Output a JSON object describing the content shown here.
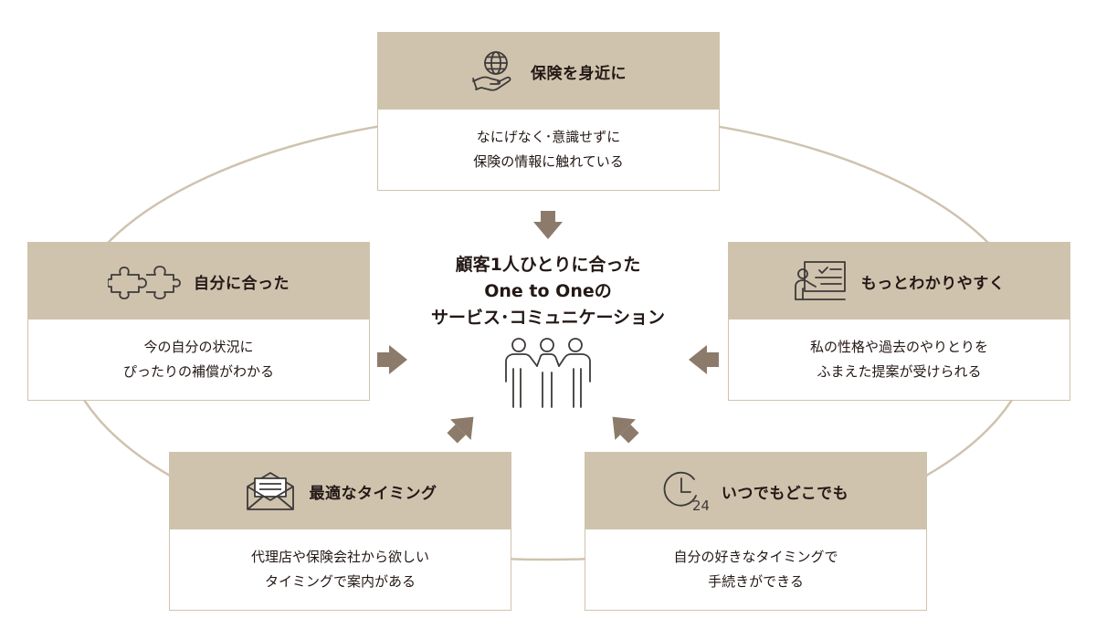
{
  "colors": {
    "accent": "#cfc3ae",
    "arrow": "#8c7b6b",
    "ellipse": "#cfc3ae",
    "text": "#231815",
    "icon": "#3e3a39"
  },
  "center": {
    "title_lines": [
      "顧客1人ひとりに合った",
      "One to Oneの",
      "サービス･コミュニケーション"
    ],
    "icon": "people-group-icon"
  },
  "cards": {
    "top": {
      "title": "保険を身近に",
      "icon": "globe-hand-icon",
      "lines": [
        "なにげなく･意識せずに",
        "保険の情報に触れている"
      ]
    },
    "left": {
      "title": "自分に合った",
      "icon": "puzzle-icon",
      "lines": [
        "今の自分の状況に",
        "ぴったりの補償がわかる"
      ]
    },
    "right": {
      "title": "もっとわかりやすく",
      "icon": "presenter-board-icon",
      "lines": [
        "私の性格や過去のやりとりを",
        "ふまえた提案が受けられる"
      ]
    },
    "bottom_left": {
      "title": "最適なタイミング",
      "icon": "envelope-icon",
      "lines": [
        "代理店や保険会社から欲しい",
        "タイミングで案内がある"
      ]
    },
    "bottom_right": {
      "title": "いつでもどこでも",
      "icon": "clock-24-icon",
      "icon_text": "24",
      "lines": [
        "自分の好きなタイミングで",
        "手続きができる"
      ]
    }
  }
}
